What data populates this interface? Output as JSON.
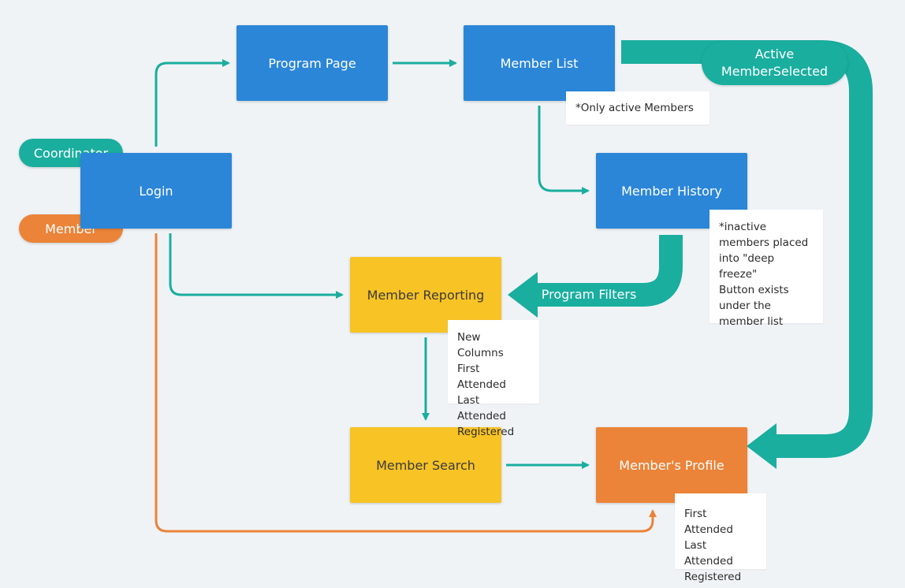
{
  "colors": {
    "background": "#f0f3f6",
    "blue": "#2b86d8",
    "yellow": "#f7c325",
    "orange": "#eb8338",
    "teal": "#1aae9f"
  },
  "roles": {
    "coordinator": "Coordinator",
    "member": "Member"
  },
  "nodes": {
    "login": "Login",
    "program_page": "Program Page",
    "member_list": "Member List",
    "member_history": "Member History",
    "member_reporting": "Member Reporting",
    "member_search": "Member Search",
    "members_profile": "Member's Profile"
  },
  "notes": {
    "member_list": "*Only active Members",
    "member_history": "*inactive\nmembers placed\ninto \"deep freeze\"\nButton exists\nunder the\nmember list",
    "member_reporting": "New Columns\nFirst Attended\nLast Attended\nRegistered",
    "members_profile": "First Attended\nLast Attended\nRegistered"
  },
  "flow_labels": {
    "active_member_selected": "Active\nMemberSelected",
    "program_filters": "Program Filters"
  }
}
